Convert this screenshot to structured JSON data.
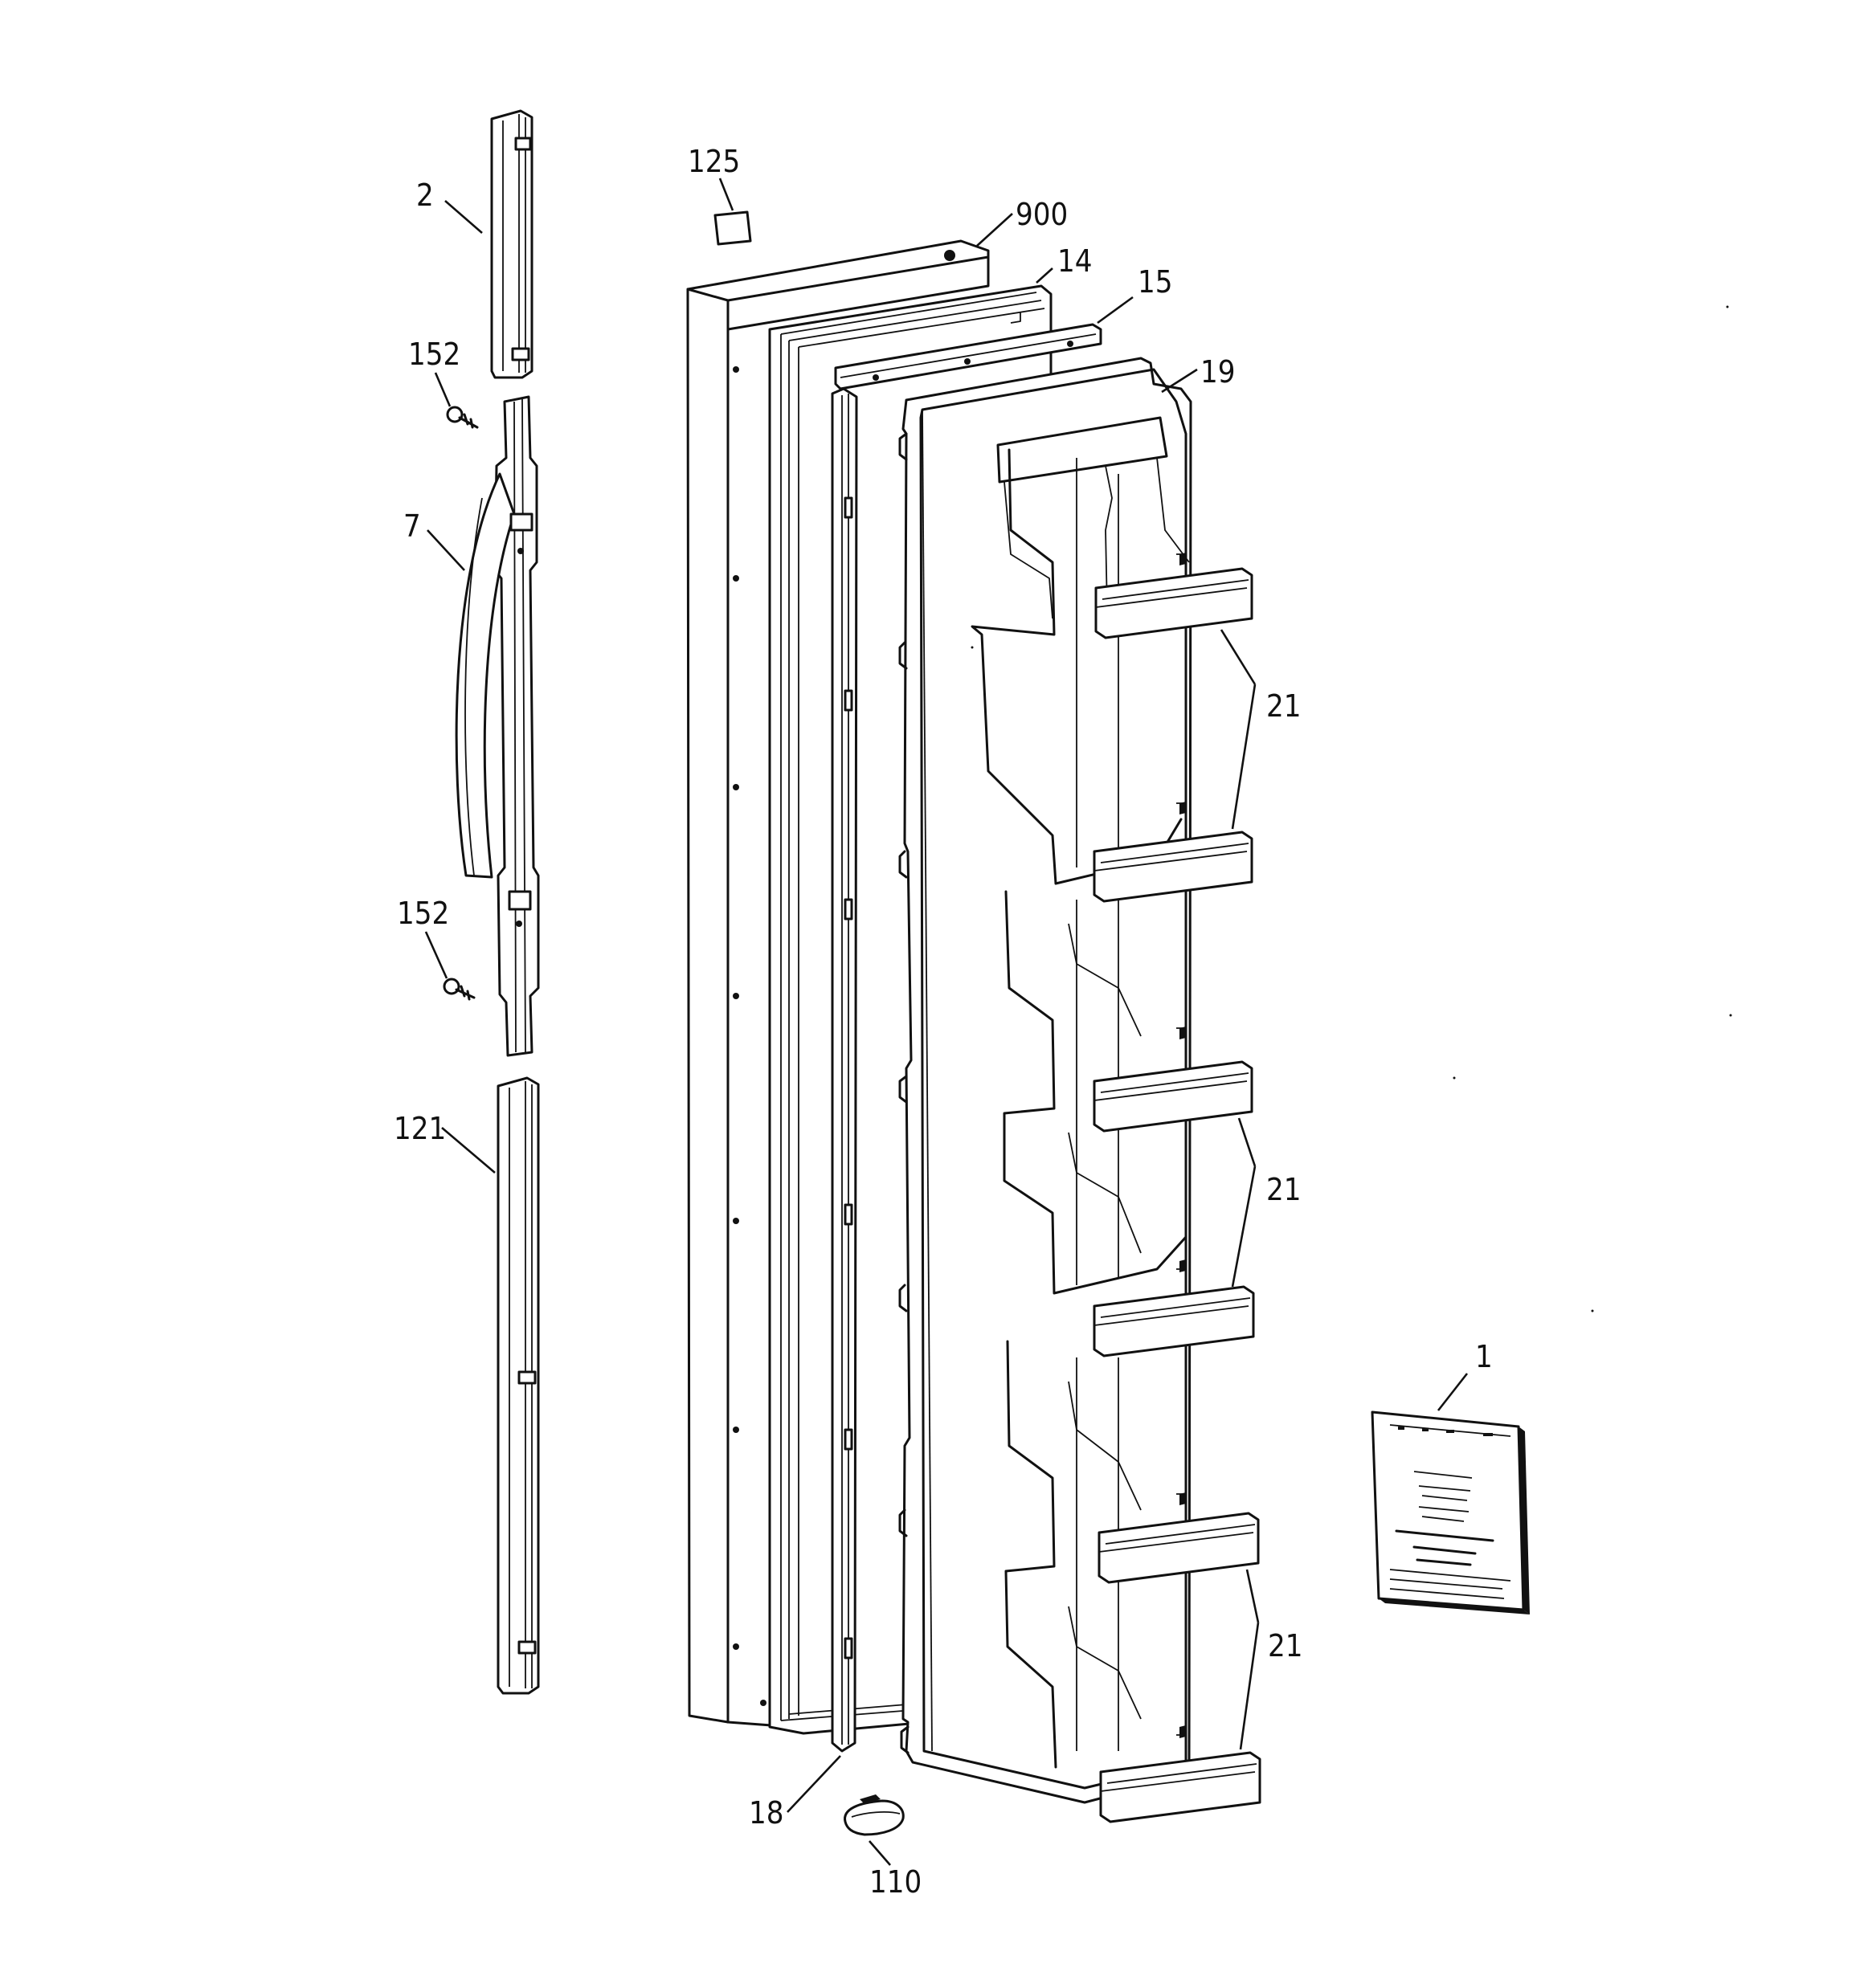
{
  "callouts": {
    "c1": "1",
    "c2": "2",
    "c7": "7",
    "c14": "14",
    "c15": "15",
    "c18": "18",
    "c19": "19",
    "c21a": "21",
    "c21b": "21",
    "c21c": "21",
    "c110": "110",
    "c121": "121",
    "c125": "125",
    "c152a": "152",
    "c152b": "152",
    "c900": "900"
  },
  "colors": {
    "line": "#111111",
    "background": "#ffffff"
  }
}
